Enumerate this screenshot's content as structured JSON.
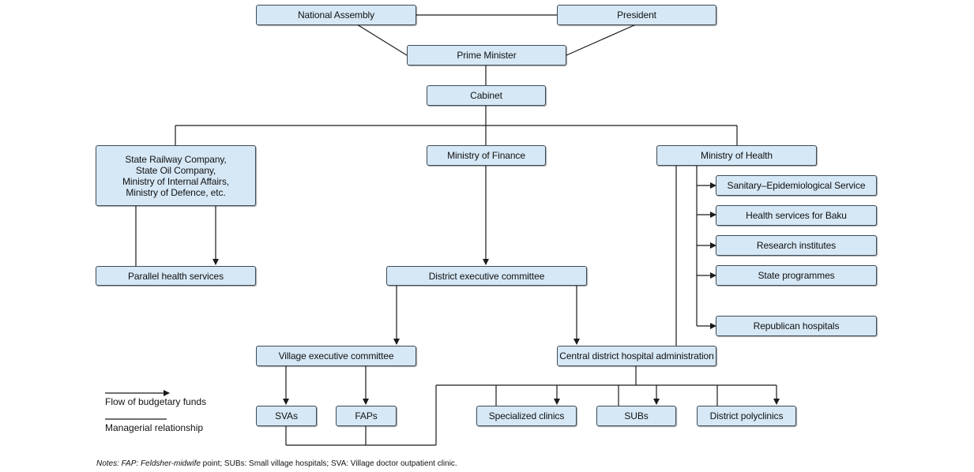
{
  "diagram": {
    "colors": {
      "box_fill": "#d6e8f6",
      "box_border": "#3c4a55",
      "line": "#1a1a1a"
    },
    "nodes": {
      "national_assembly": "National Assembly",
      "president": "President",
      "prime_minister": "Prime Minister",
      "cabinet": "Cabinet",
      "state_companies": "State Railway Company,\nState Oil Company,\nMinistry of Internal Affairs,\nMinistry of Defence, etc.",
      "ministry_finance": "Ministry of Finance",
      "ministry_health": "Ministry of Health",
      "sanitary_service": "Sanitary–Epidemiological Service",
      "health_services_baku": "Health services for Baku",
      "research_institutes": "Research institutes",
      "state_programmes": "State programmes",
      "republican_hospitals": "Republican hospitals",
      "parallel_health": "Parallel health services",
      "district_exec": "District executive committee",
      "village_exec": "Village executive committee",
      "central_district": "Central district hospital administration",
      "svas": "SVAs",
      "faps": "FAPs",
      "specialized_clinics": "Specialized clinics",
      "subs": "SUBs",
      "district_polyclinics": "District polyclinics"
    },
    "legend": {
      "funds": "Flow of budgetary funds",
      "managerial": "Managerial relationship"
    },
    "notes": {
      "label": "Notes",
      "text_1": ": FAP: ",
      "fap_term": "Feldsher-midwife",
      "text_2": " point; SUBs: Small village hospitals; SVA: Village doctor outpatient clinic."
    }
  }
}
